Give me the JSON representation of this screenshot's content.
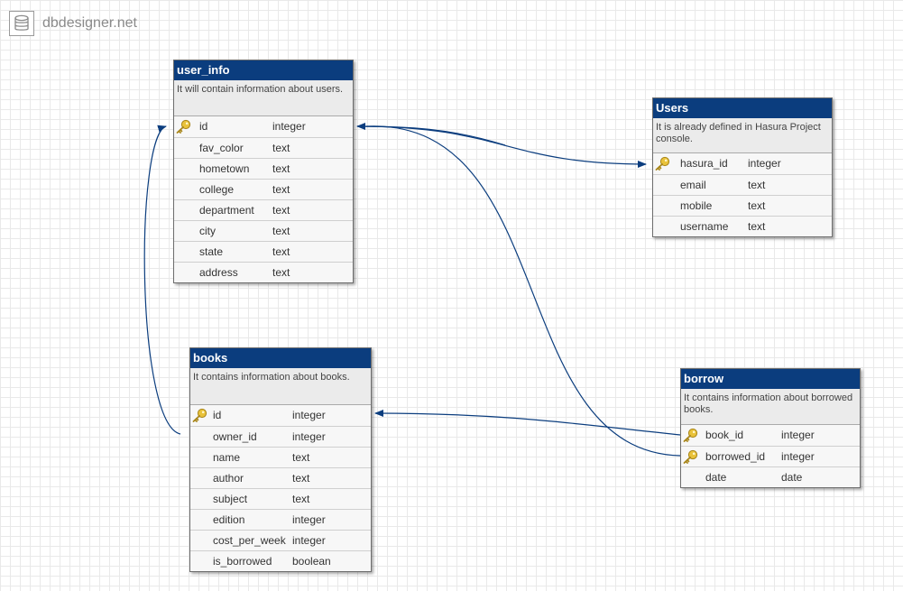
{
  "brand": {
    "text": "dbdesigner.net",
    "icon": "database-icon"
  },
  "tables": {
    "user_info": {
      "title": "user_info",
      "description": "It will contain information about users.",
      "columns": [
        {
          "name": "id",
          "type": "integer",
          "key": true
        },
        {
          "name": "fav_color",
          "type": "text",
          "key": false
        },
        {
          "name": "hometown",
          "type": "text",
          "key": false
        },
        {
          "name": "college",
          "type": "text",
          "key": false
        },
        {
          "name": "department",
          "type": "text",
          "key": false
        },
        {
          "name": "city",
          "type": "text",
          "key": false
        },
        {
          "name": "state",
          "type": "text",
          "key": false
        },
        {
          "name": "address",
          "type": "text",
          "key": false
        }
      ]
    },
    "users": {
      "title": "Users",
      "description": "It is already defined in Hasura Project console.",
      "columns": [
        {
          "name": "hasura_id",
          "type": "integer",
          "key": true
        },
        {
          "name": "email",
          "type": "text",
          "key": false
        },
        {
          "name": "mobile",
          "type": "text",
          "key": false
        },
        {
          "name": "username",
          "type": "text",
          "key": false
        }
      ]
    },
    "books": {
      "title": "books",
      "description": "It contains information about books.",
      "columns": [
        {
          "name": "id",
          "type": "integer",
          "key": true
        },
        {
          "name": "owner_id",
          "type": "integer",
          "key": false
        },
        {
          "name": "name",
          "type": "text",
          "key": false
        },
        {
          "name": "author",
          "type": "text",
          "key": false
        },
        {
          "name": "subject",
          "type": "text",
          "key": false
        },
        {
          "name": "edition",
          "type": "integer",
          "key": false
        },
        {
          "name": "cost_per_week",
          "type": "integer",
          "key": false
        },
        {
          "name": "is_borrowed",
          "type": "boolean",
          "key": false
        }
      ]
    },
    "borrow": {
      "title": "borrow",
      "description": "It contains information about borrowed books.",
      "columns": [
        {
          "name": "book_id",
          "type": "integer",
          "key": true
        },
        {
          "name": "borrowed_id",
          "type": "integer",
          "key": true
        },
        {
          "name": "date",
          "type": "date",
          "key": false
        }
      ]
    }
  },
  "colors": {
    "header": "#0b3d7e",
    "link": "#0b3d7e"
  }
}
